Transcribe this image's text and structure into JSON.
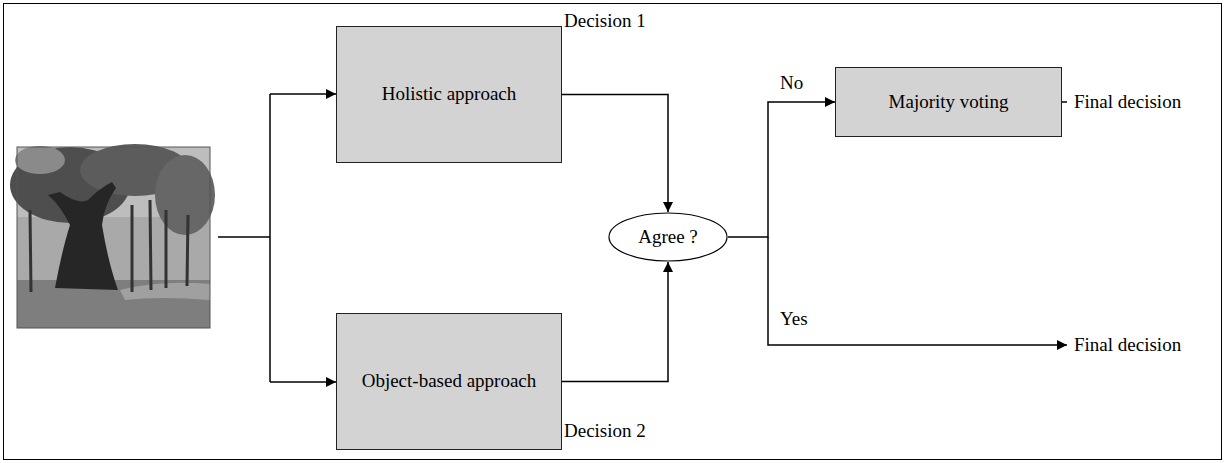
{
  "diagram": {
    "nodes": [
      {
        "text": [
          "Holistic approach"
        ]
      },
      {
        "text": [
          "Object-based approach"
        ]
      },
      {
        "text": [
          "Agree ?"
        ]
      },
      {
        "text": [
          "Majority voting"
        ]
      }
    ],
    "edges": [
      {
        "from": 0,
        "to": 2,
        "arrow": "to",
        "label": "Decision 1"
      },
      {
        "from": 1,
        "to": 2,
        "arrow": "to",
        "label": "Decision 2"
      },
      {
        "from": 2,
        "to": 3,
        "arrow": "to",
        "label": "No"
      }
    ],
    "labels": [
      "Final decision",
      "Yes",
      "Final decision"
    ]
  }
}
